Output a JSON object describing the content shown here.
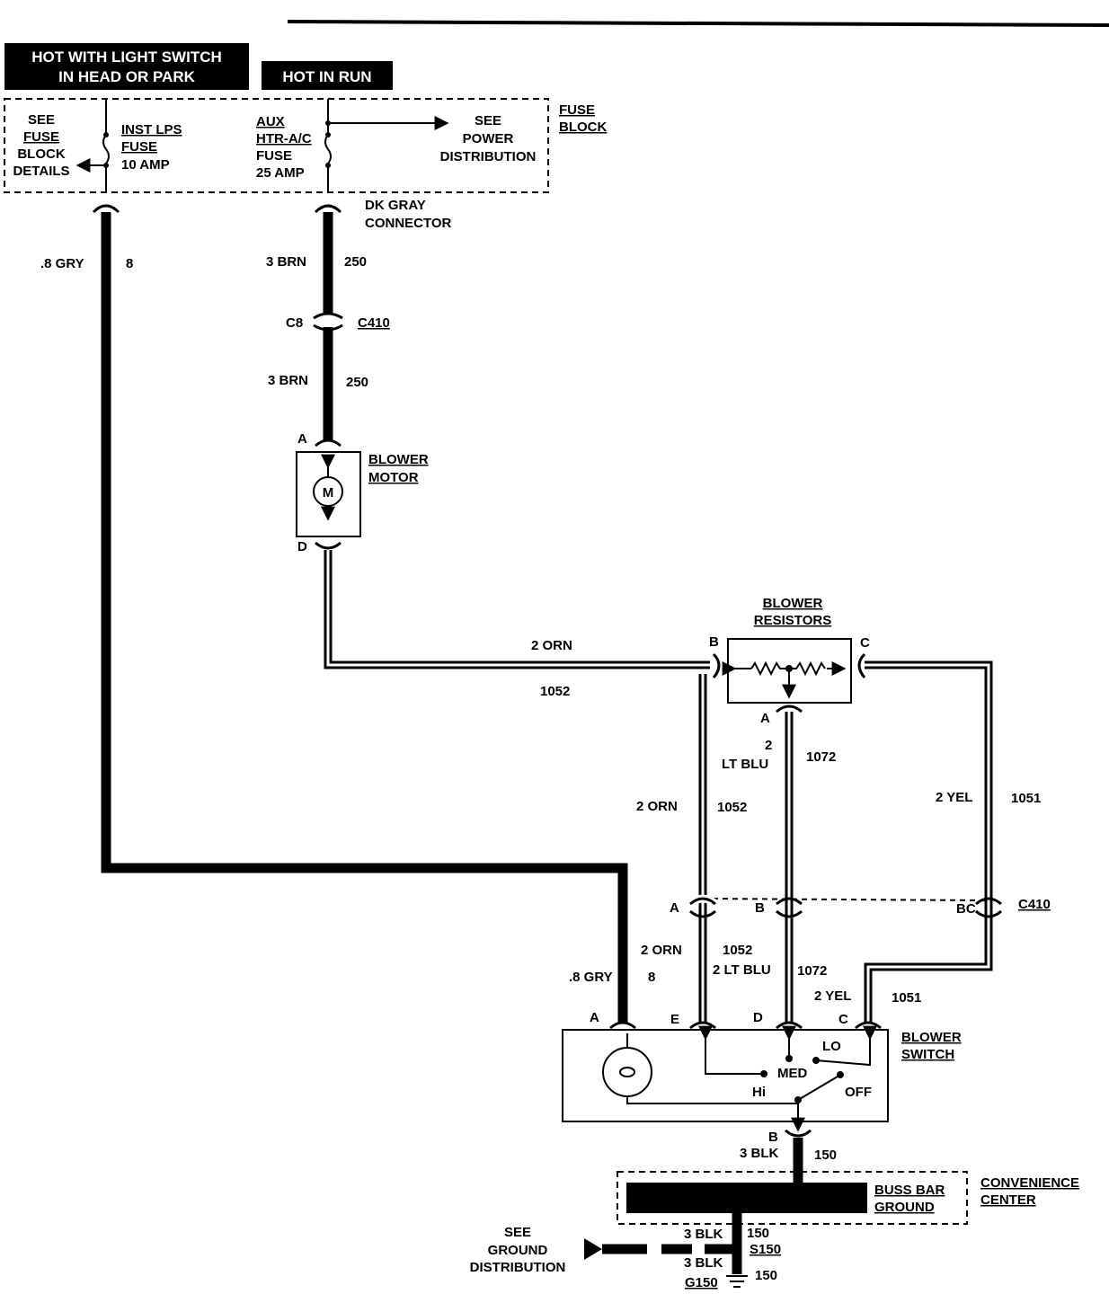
{
  "header": {
    "hot_light_switch_line1": "HOT WITH LIGHT SWITCH",
    "hot_light_switch_line2": "IN HEAD OR PARK",
    "hot_in_run": "HOT IN RUN"
  },
  "fuse_block": {
    "label_line1": "FUSE",
    "label_line2": "BLOCK",
    "see_details_line1": "SEE",
    "see_details_line2": "FUSE",
    "see_details_line3": "BLOCK",
    "see_details_line4": "DETAILS",
    "inst_fuse_line1": "INST LPS",
    "inst_fuse_line2": "FUSE",
    "inst_fuse_line3": "10 AMP",
    "aux_fuse_line1": "AUX",
    "aux_fuse_line2": "HTR-A/C",
    "aux_fuse_line3": "FUSE",
    "aux_fuse_line4": "25 AMP",
    "see_power_line1": "SEE",
    "see_power_line2": "POWER",
    "see_power_line3": "DISTRIBUTION",
    "dk_gray_line1": "DK GRAY",
    "dk_gray_line2": "CONNECTOR"
  },
  "wires": {
    "gry_top_gauge": ".8 GRY",
    "gry_top_circuit": "8",
    "brn_top_gauge": "3 BRN",
    "brn_top_circuit": "250",
    "brn_mid_gauge": "3 BRN",
    "brn_mid_circuit": "250",
    "orn_horiz_gauge": "2 ORN",
    "orn_horiz_circuit": "1052",
    "ltblu_upper_gauge_a": "2",
    "ltblu_upper_gauge_b": "LT BLU",
    "ltblu_upper_circuit": "1072",
    "orn_upper_gauge": "2 ORN",
    "orn_upper_circuit": "1052",
    "yel_upper_gauge": "2 YEL",
    "yel_upper_circuit": "1051",
    "orn_lower_gauge": "2 ORN",
    "orn_lower_circuit": "1052",
    "ltblu_lower_gauge": "2 LT BLU",
    "ltblu_lower_circuit": "1072",
    "yel_lower_gauge": "2 YEL",
    "yel_lower_circuit": "1051",
    "gry_lower_gauge": ".8 GRY",
    "gry_lower_circuit": "8",
    "blk_top_gauge": "3 BLK",
    "blk_top_circuit": "150",
    "blk_mid_gauge": "3 BLK",
    "blk_mid_circuit": "150",
    "blk_bot_gauge": "3 BLK",
    "blk_bot_circuit": "150"
  },
  "connectors": {
    "c410_upper_pin": "C8",
    "c410_upper_name": "C410",
    "c410_lower_pin_a": "A",
    "c410_lower_pin_b": "B",
    "c410_lower_pin_bc": "BC",
    "c410_lower_name": "C410"
  },
  "blower_motor": {
    "label_line1": "BLOWER",
    "label_line2": "MOTOR",
    "pin_a": "A",
    "pin_d": "D",
    "symbol": "M"
  },
  "blower_resistors": {
    "label_line1": "BLOWER",
    "label_line2": "RESISTORS",
    "pin_b": "B",
    "pin_c": "C",
    "pin_a": "A"
  },
  "blower_switch": {
    "label_line1": "BLOWER",
    "label_line2": "SWITCH",
    "pin_a": "A",
    "pin_e": "E",
    "pin_d": "D",
    "pin_c": "C",
    "pin_b": "B",
    "pos_lo": "LO",
    "pos_med": "MED",
    "pos_hi": "Hi",
    "pos_off": "OFF"
  },
  "convenience_center": {
    "label_line1": "CONVENIENCE",
    "label_line2": "CENTER",
    "buss_line1": "BUSS BAR",
    "buss_line2": "GROUND"
  },
  "ground": {
    "see_line1": "SEE",
    "see_line2": "GROUND",
    "see_line3": "DISTRIBUTION",
    "splice": "S150",
    "ground_point": "G150"
  }
}
